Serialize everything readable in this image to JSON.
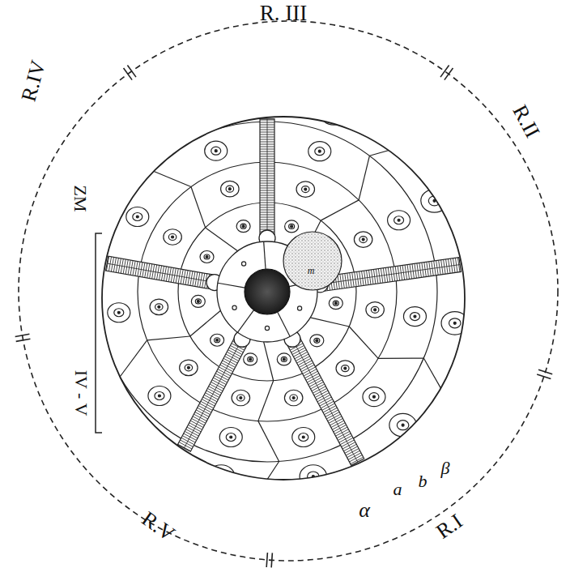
{
  "diagram": {
    "labels": [
      "R. III",
      "R.II",
      "R.I",
      "R.V",
      "R.IV",
      "ZM",
      "IV - V",
      "m",
      "α",
      "a",
      "b",
      "β"
    ]
  }
}
